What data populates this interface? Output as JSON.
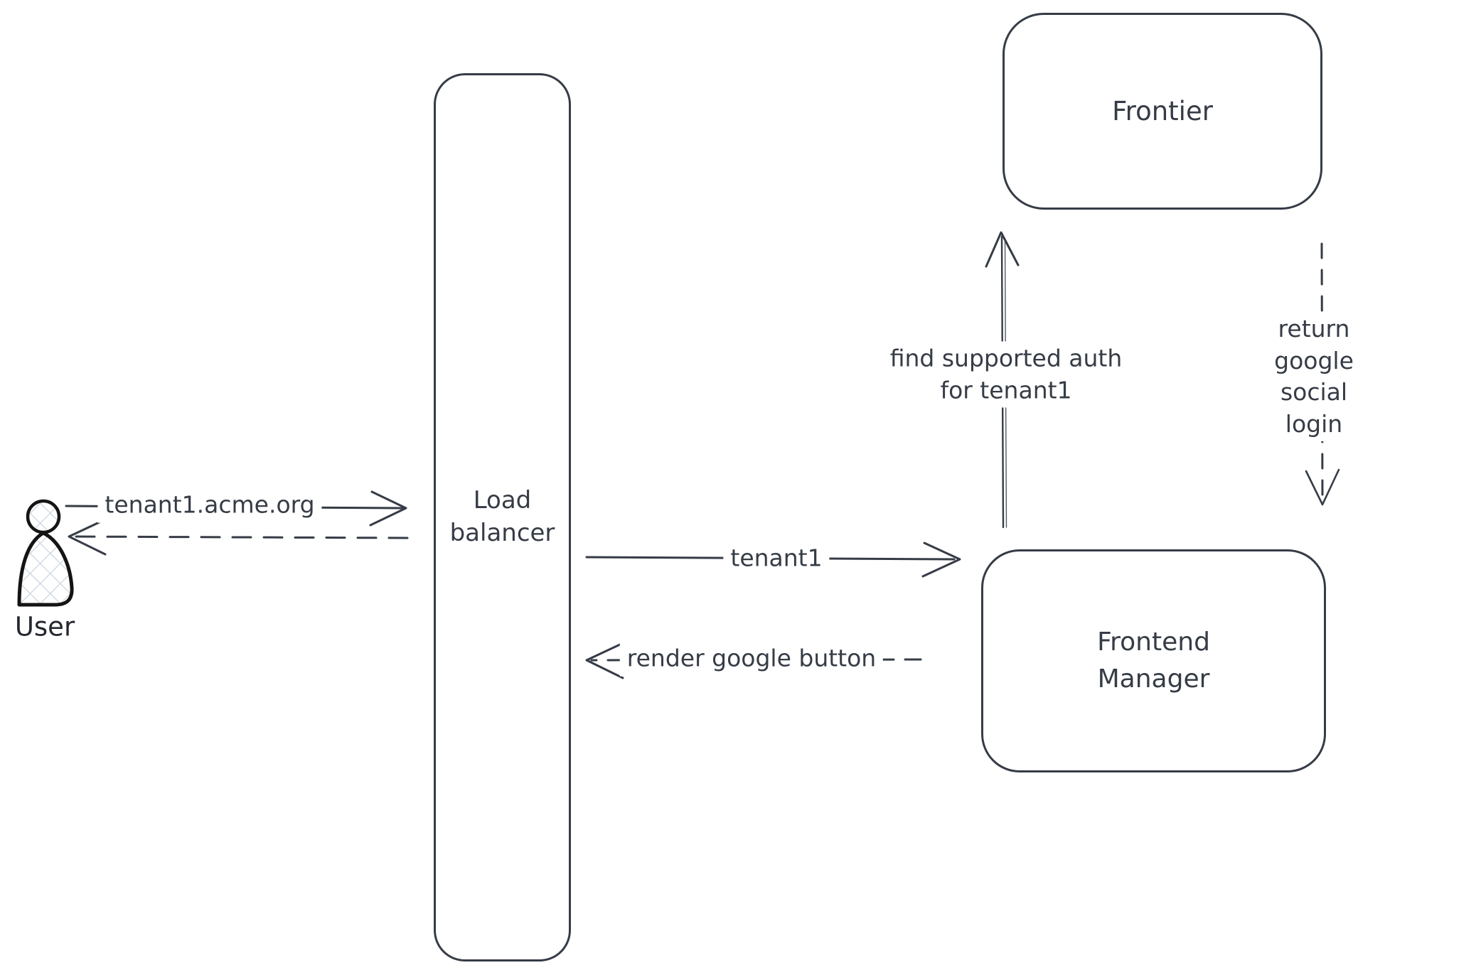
{
  "diagram": {
    "background": "#ffffff",
    "stroke_color": "#363c46",
    "actor": {
      "outline_color": "#141414",
      "hatch_color": "#ccd5dd"
    },
    "nodes": [
      {
        "id": "user",
        "type": "actor",
        "label": "User"
      },
      {
        "id": "load-balancer",
        "type": "box",
        "label": "Load\nbalancer"
      },
      {
        "id": "frontier",
        "type": "box",
        "label": "Frontier"
      },
      {
        "id": "frontend-manager",
        "type": "box",
        "label": "Frontend\nManager"
      }
    ],
    "edges": [
      {
        "id": "user-to-load-balancer",
        "style": "solid",
        "direction": "right",
        "label": "tenant1.acme.org"
      },
      {
        "id": "load-balancer-to-user",
        "style": "dashed",
        "direction": "left",
        "label": ""
      },
      {
        "id": "load-balancer-to-frontend-manager",
        "style": "solid",
        "direction": "right",
        "label": "tenant1"
      },
      {
        "id": "frontend-manager-to-load-balancer",
        "style": "dashed",
        "direction": "left",
        "label": "render google button"
      },
      {
        "id": "frontend-manager-to-frontier",
        "style": "solid",
        "direction": "up",
        "label": "find supported auth\nfor tenant1"
      },
      {
        "id": "frontier-to-frontend-manager",
        "style": "dashed",
        "direction": "down",
        "label": "return google social\nlogin"
      }
    ]
  }
}
